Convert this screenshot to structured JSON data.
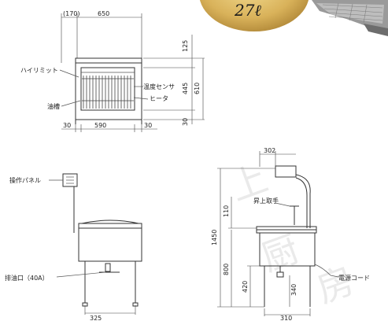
{
  "badge": {
    "capacity_label": "27ℓ"
  },
  "top_view": {
    "dim_offset": "(170)",
    "dim_width": "650",
    "dim_top_gap": "125",
    "dim_body_height": "445",
    "dim_total_height": "610",
    "dim_bottom_gap": "30",
    "dim_left_margin": "30",
    "dim_inner_width": "590",
    "dim_right_margin": "30",
    "label_high_limit": "ハイリミット",
    "label_oil_tank": "油槽",
    "label_temp_sensor": "温度センサ",
    "label_heater": "ヒータ"
  },
  "front_view": {
    "label_control_panel": "操作パネル",
    "label_drain": "排油口（40A）",
    "dim_bottom": "325"
  },
  "side_view": {
    "dim_top_width": "302",
    "dim_total_height": "1450",
    "dim_upper": "110",
    "dim_counter": "800",
    "dim_leg_a": "420",
    "dim_leg_b": "340",
    "dim_depth": "310",
    "label_lift_handle": "昇上取手",
    "label_power_cord": "電源コード"
  }
}
